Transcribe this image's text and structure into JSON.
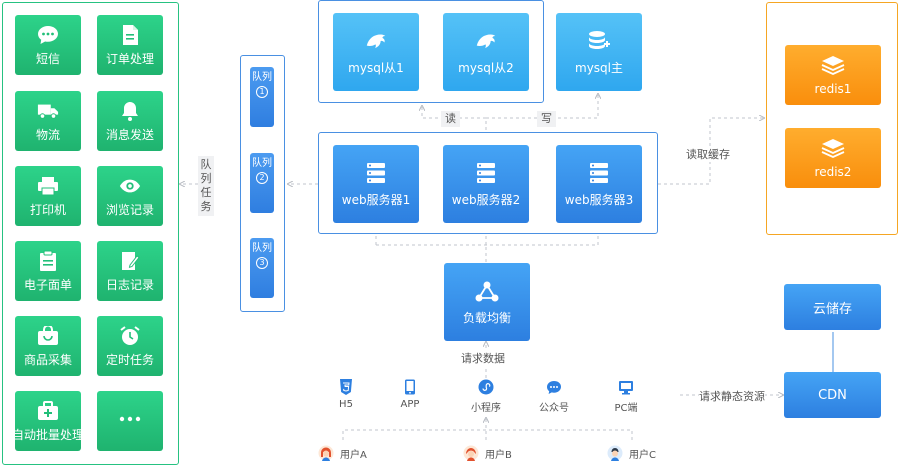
{
  "services": [
    {
      "label": "短信",
      "icon": "chat-icon"
    },
    {
      "label": "订单处理",
      "icon": "document-icon"
    },
    {
      "label": "物流",
      "icon": "truck-icon"
    },
    {
      "label": "消息发送",
      "icon": "bell-icon"
    },
    {
      "label": "打印机",
      "icon": "printer-icon"
    },
    {
      "label": "浏览记录",
      "icon": "eye-icon"
    },
    {
      "label": "电子面单",
      "icon": "clipboard-icon"
    },
    {
      "label": "日志记录",
      "icon": "notebook-pen-icon"
    },
    {
      "label": "商品采集",
      "icon": "shopping-bag-icon"
    },
    {
      "label": "定时任务",
      "icon": "alarm-clock-icon"
    },
    {
      "label": "自动批量处理",
      "icon": "medical-kit-icon"
    },
    {
      "label": "",
      "icon": "more-dots-icon"
    }
  ],
  "queues": [
    {
      "text": "队列",
      "num": "1"
    },
    {
      "text": "队列",
      "num": "2"
    },
    {
      "text": "队列",
      "num": "3"
    }
  ],
  "queue_task_label": "队列任务",
  "mysql": {
    "slave1": "mysql从1",
    "slave2": "mysql从2",
    "master": "mysql主"
  },
  "rw": {
    "read": "读",
    "write": "写"
  },
  "web": [
    "web服务器1",
    "web服务器2",
    "web服务器3"
  ],
  "cache_read_label": "读取缓存",
  "redis": [
    "redis1",
    "redis2"
  ],
  "load_balancer": "负载均衡",
  "request_data_label": "请求数据",
  "clients": [
    {
      "label": "H5",
      "icon": "html5-icon"
    },
    {
      "label": "APP",
      "icon": "phone-icon"
    },
    {
      "label": "小程序",
      "icon": "mini-program-icon"
    },
    {
      "label": "公众号",
      "icon": "wechat-chat-icon"
    },
    {
      "label": "PC端",
      "icon": "monitor-icon"
    }
  ],
  "users": [
    "用户A",
    "用户B",
    "用户C"
  ],
  "static_request_label": "请求静态资源",
  "cdn": "CDN",
  "cloud_storage": "云储存",
  "colors": {
    "green": "#26c281",
    "blue": "#2d7fe0",
    "orange": "#f98e0c"
  }
}
